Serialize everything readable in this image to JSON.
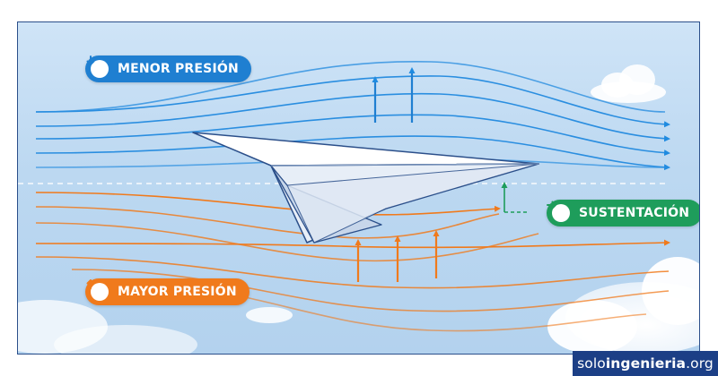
{
  "labels": {
    "low_pressure": "MENOR PRESIÓN",
    "high_pressure": "MAYOR PRESIÓN",
    "lift": "SUSTENTACIÓN"
  },
  "icons": {
    "low_pressure": "arrow-down-icon",
    "high_pressure": "arrow-up-icon",
    "lift": "arrow-right-icon"
  },
  "colors": {
    "low_pressure": "#1f7fd1",
    "high_pressure": "#f07a1c",
    "lift": "#1e9d5b",
    "frame_border": "#2b4f8a",
    "brand_bg": "#1c3f86"
  },
  "watermark": {
    "prefix": "solo",
    "bold": "ingenieria",
    "suffix": ".org"
  }
}
